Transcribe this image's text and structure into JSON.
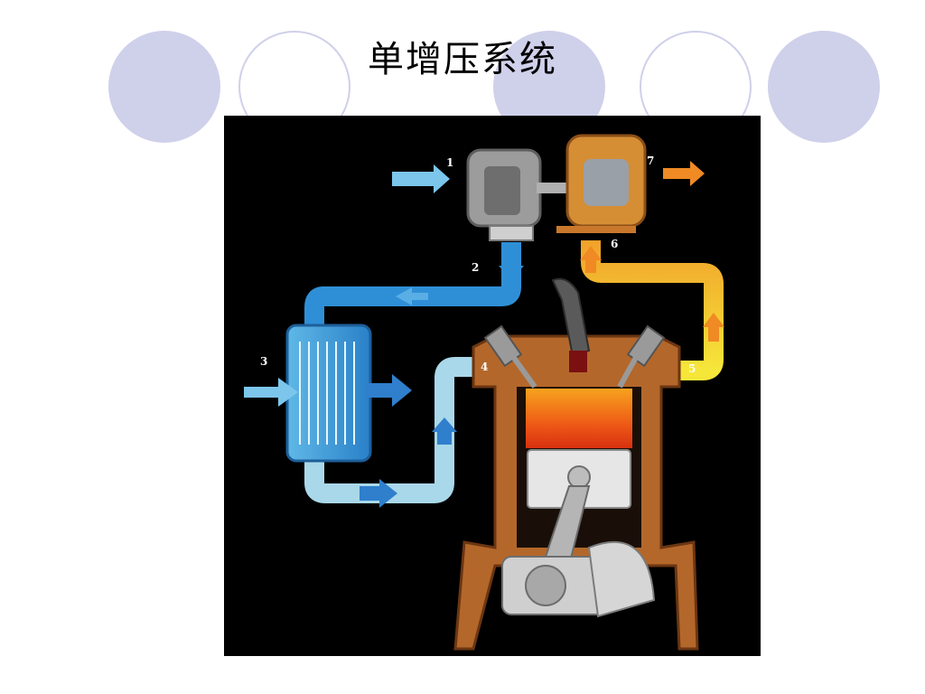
{
  "slide": {
    "title": "单增压系统"
  },
  "diagram": {
    "labels": [
      "1",
      "2",
      "3",
      "4",
      "5",
      "6",
      "7"
    ]
  },
  "colors": {
    "decor_circle": "#cfd0ea",
    "background": "#000000",
    "intake_blue": "#2f8fd6",
    "cooled_blue": "#a9d8ea",
    "exhaust_yellow": "#f2c228",
    "engine_brown": "#b4672a",
    "combustion": "#ee5a16"
  }
}
